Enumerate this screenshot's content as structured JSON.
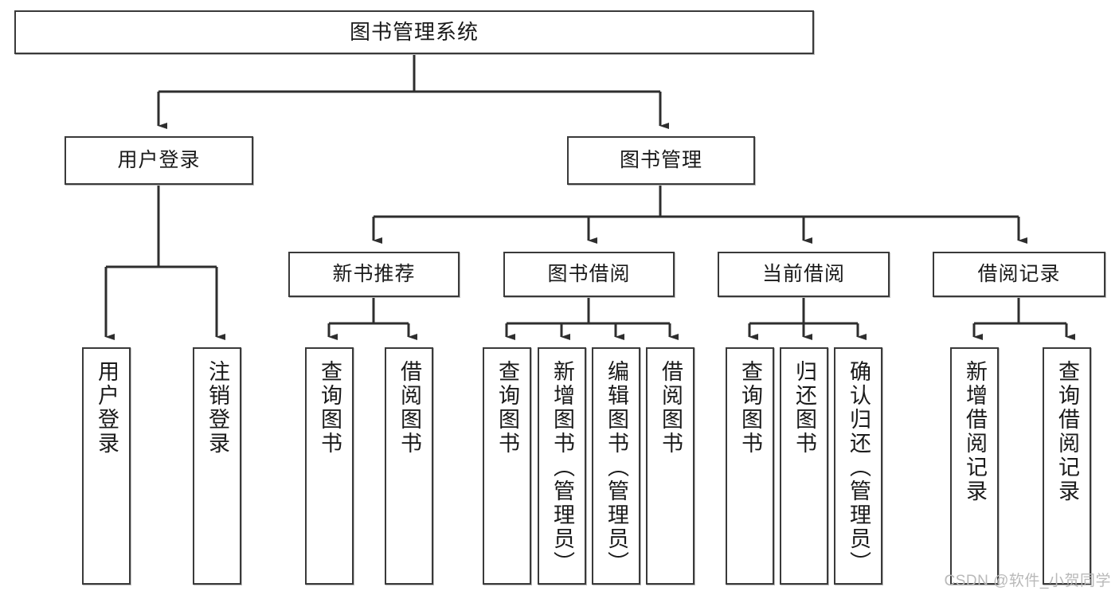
{
  "diagram": {
    "title": "图书管理系统",
    "type": "tree-hierarchy",
    "watermark": "CSDN @软件_小贺同学",
    "colors": {
      "border": "#3a3a3a",
      "background": "#ffffff",
      "text": "#1a1a1a",
      "watermark": "#b9b9b9"
    },
    "nodes": {
      "root": {
        "label": "图书管理系统",
        "level": 1
      },
      "l2": [
        {
          "id": "user-login",
          "label": "用户登录",
          "level": 2
        },
        {
          "id": "book-manage",
          "label": "图书管理",
          "level": 2
        }
      ],
      "l3": [
        {
          "id": "new-book-recommend",
          "label": "新书推荐",
          "level": 3,
          "parent": "book-manage"
        },
        {
          "id": "book-borrow",
          "label": "图书借阅",
          "level": 3,
          "parent": "book-manage"
        },
        {
          "id": "current-borrow",
          "label": "当前借阅",
          "level": 3,
          "parent": "book-manage"
        },
        {
          "id": "borrow-record",
          "label": "借阅记录",
          "level": 3,
          "parent": "book-manage"
        }
      ],
      "leaves": [
        {
          "id": "leaf-user-login",
          "label": "用户登录",
          "parent": "user-login"
        },
        {
          "id": "leaf-user-logout",
          "label": "注销登录",
          "parent": "user-login"
        },
        {
          "id": "leaf-query-book-1",
          "label": "查询图书",
          "parent": "new-book-recommend"
        },
        {
          "id": "leaf-borrow-book-1",
          "label": "借阅图书",
          "parent": "new-book-recommend"
        },
        {
          "id": "leaf-query-book-2",
          "label": "查询图书",
          "parent": "book-borrow"
        },
        {
          "id": "leaf-add-book",
          "label": "新增图书（管理员）",
          "parent": "book-borrow"
        },
        {
          "id": "leaf-edit-book",
          "label": "编辑图书（管理员）",
          "parent": "book-borrow"
        },
        {
          "id": "leaf-borrow-book-2",
          "label": "借阅图书",
          "parent": "book-borrow"
        },
        {
          "id": "leaf-query-book-3",
          "label": "查询图书",
          "parent": "current-borrow"
        },
        {
          "id": "leaf-return-book",
          "label": "归还图书",
          "parent": "current-borrow"
        },
        {
          "id": "leaf-confirm-return",
          "label": "确认归还（管理员）",
          "parent": "current-borrow"
        },
        {
          "id": "leaf-add-record",
          "label": "新增借阅记录",
          "parent": "borrow-record"
        },
        {
          "id": "leaf-query-record",
          "label": "查询借阅记录",
          "parent": "borrow-record"
        }
      ]
    }
  }
}
